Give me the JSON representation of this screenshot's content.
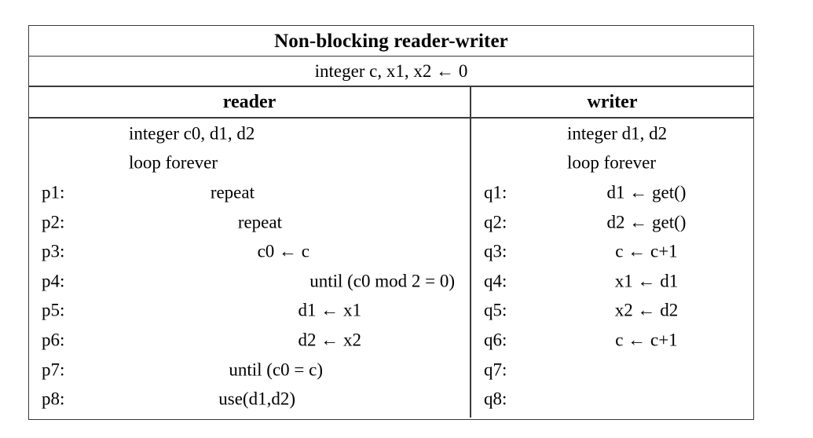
{
  "table": {
    "title": "Non-blocking reader-writer",
    "shared_declaration": "integer c, x1, x2 ← 0",
    "columns": [
      {
        "header": "reader"
      },
      {
        "header": "writer"
      }
    ],
    "reader": {
      "lines": [
        {
          "label": "",
          "code": "integer c0, d1, d2",
          "align": "decl"
        },
        {
          "label": "",
          "code": "loop forever",
          "align": "decl"
        },
        {
          "label": "p1:",
          "code": "repeat",
          "align": "right"
        },
        {
          "label": "p2:",
          "code": "repeat",
          "align": "right"
        },
        {
          "label": "p3:",
          "code": "c0 ← c",
          "align": "right"
        },
        {
          "label": "p4:",
          "code": "until (c0 mod 2 = 0)",
          "align": "right"
        },
        {
          "label": "p5:",
          "code": "d1 ← x1",
          "align": "right"
        },
        {
          "label": "p6:",
          "code": "d2 ← x2",
          "align": "right"
        },
        {
          "label": "p7:",
          "code": "until (c0 = c)",
          "align": "right"
        },
        {
          "label": "p8:",
          "code": "use(d1,d2)",
          "align": "right"
        }
      ]
    },
    "writer": {
      "lines": [
        {
          "label": "",
          "code": "integer d1, d2",
          "align": "decl"
        },
        {
          "label": "",
          "code": "loop forever",
          "align": "decl"
        },
        {
          "label": "q1:",
          "code": "d1 ← get()",
          "align": "center"
        },
        {
          "label": "q2:",
          "code": "d2 ← get()",
          "align": "center"
        },
        {
          "label": "q3:",
          "code": "c ← c+1",
          "align": "center"
        },
        {
          "label": "q4:",
          "code": "x1 ← d1",
          "align": "center"
        },
        {
          "label": "q5:",
          "code": "x2 ← d2",
          "align": "center"
        },
        {
          "label": "q6:",
          "code": "c ← c+1",
          "align": "center"
        },
        {
          "label": "q7:",
          "code": "",
          "align": "center"
        },
        {
          "label": "q8:",
          "code": "",
          "align": "center"
        }
      ]
    }
  },
  "colors": {
    "page_background": "#ffffff",
    "text": "#000000",
    "rule": "#3a3a3a"
  }
}
